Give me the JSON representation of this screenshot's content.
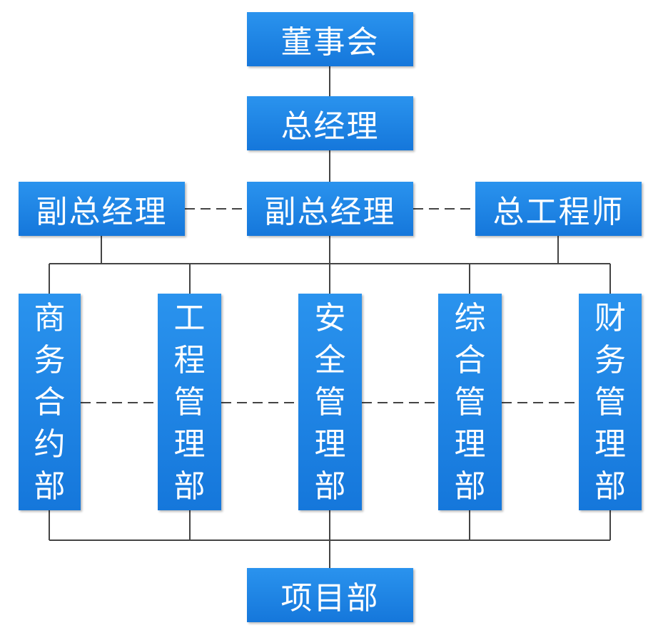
{
  "org_chart": {
    "board": "董事会",
    "general_manager": "总经理",
    "deputy_gm_left": "副总经理",
    "deputy_gm_center": "副总经理",
    "chief_engineer": "总工程师",
    "departments": [
      {
        "label": "商务合约部",
        "chars": [
          "商",
          "务",
          "合",
          "约",
          "部"
        ]
      },
      {
        "label": "工程管理部",
        "chars": [
          "工",
          "程",
          "管",
          "理",
          "部"
        ]
      },
      {
        "label": "安全管理部",
        "chars": [
          "安",
          "全",
          "管",
          "理",
          "部"
        ]
      },
      {
        "label": "综合管理部",
        "chars": [
          "综",
          "合",
          "管",
          "理",
          "部"
        ]
      },
      {
        "label": "财务管理部",
        "chars": [
          "财",
          "务",
          "管",
          "理",
          "部"
        ]
      }
    ],
    "project_dept": "项目部"
  },
  "colors": {
    "box_fill_top": "#2a93ee",
    "box_fill_bottom": "#1577db",
    "text": "#ffffff",
    "connector": "#444444"
  }
}
